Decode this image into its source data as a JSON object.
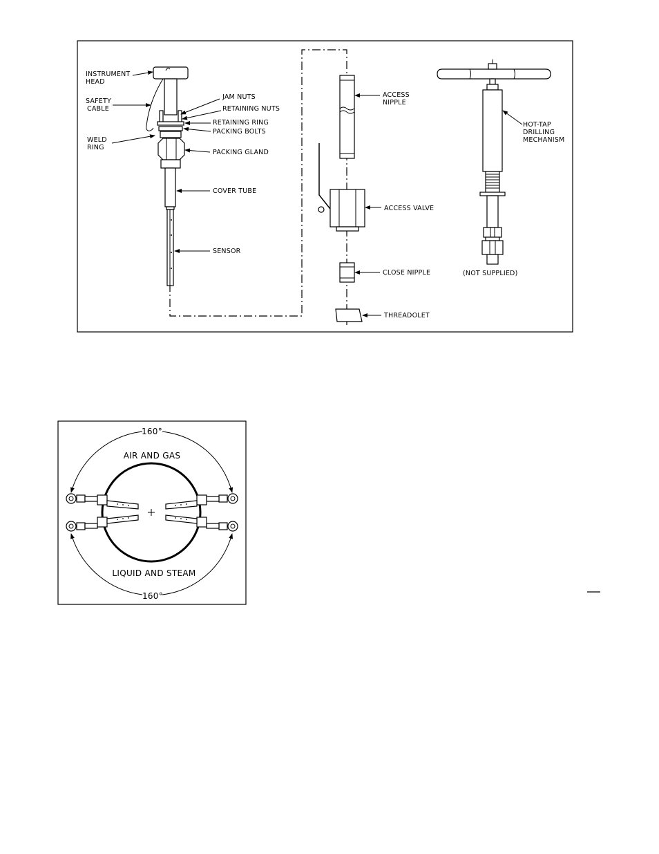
{
  "figure1": {
    "labels": {
      "instrument_head": [
        "INSTRUMENT",
        "HEAD"
      ],
      "safety_cable": [
        "SAFETY",
        "CABLE"
      ],
      "weld_ring": [
        "WELD",
        "RING"
      ],
      "jam_nuts": "JAM NUTS",
      "retaining_nuts": "RETAINING NUTS",
      "retaining_ring": "RETAINING RING",
      "packing_bolts": "PACKING BOLTS",
      "packing_gland": "PACKING GLAND",
      "cover_tube": "COVER TUBE",
      "sensor": "SENSOR",
      "access_nipple": [
        "ACCESS",
        "NIPPLE"
      ],
      "access_valve": "ACCESS VALVE",
      "close_nipple": "CLOSE NIPPLE",
      "threadolet": "THREADOLET",
      "hot_tap": [
        "HOT-TAP",
        "DRILLING",
        "MECHANISM"
      ],
      "not_supplied": "(NOT SUPPLIED)"
    }
  },
  "figure2": {
    "angle_top": "160°",
    "angle_bottom": "160°",
    "label_top": "AIR AND GAS",
    "label_bottom": "LIQUID AND STEAM"
  }
}
